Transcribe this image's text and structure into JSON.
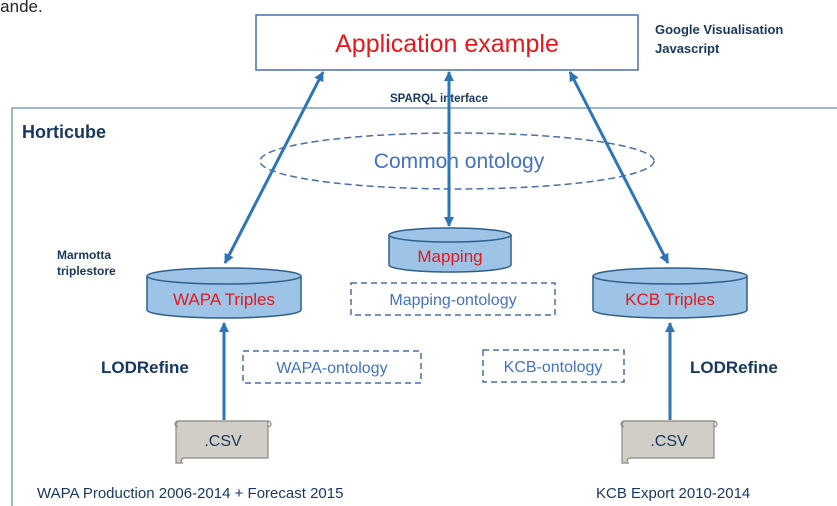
{
  "top_partial_text": "mande.",
  "app_box": {
    "label": "Application example"
  },
  "google_note": {
    "line1": "Google Visualisation",
    "line2": "Javascript"
  },
  "sparql_label": "SPARQL interface",
  "container": {
    "title": "Horticube"
  },
  "common_ontology": "Common ontology",
  "marmotta": {
    "line1": "Marmotta",
    "line2": "triplestore"
  },
  "cylinders": {
    "wapa": "WAPA Triples",
    "mapping": "Mapping",
    "kcb": "KCB Triples"
  },
  "ontology_boxes": {
    "mapping": "Mapping-ontology",
    "wapa": "WAPA-ontology",
    "kcb": "KCB-ontology"
  },
  "lodrefine": {
    "left": "LODRefine",
    "right": "LODRefine"
  },
  "csv": {
    "left": ".CSV",
    "right": ".CSV"
  },
  "captions": {
    "left": "WAPA Production 2006-2014 + Forecast 2015",
    "right": "KCB Export 2010-2014"
  },
  "colors": {
    "dark_text": "#17375e",
    "accent_red": "#e8171b",
    "ontology_blue": "#4472c4",
    "arrow_blue": "#2e75b6",
    "cylinder_fill": "#9dc3e6",
    "cylinder_stroke": "#2e5f8a",
    "dashed_stroke": "#4a6fa5",
    "container_stroke": "#7f9cc0",
    "csv_fill": "#d0cec6"
  }
}
